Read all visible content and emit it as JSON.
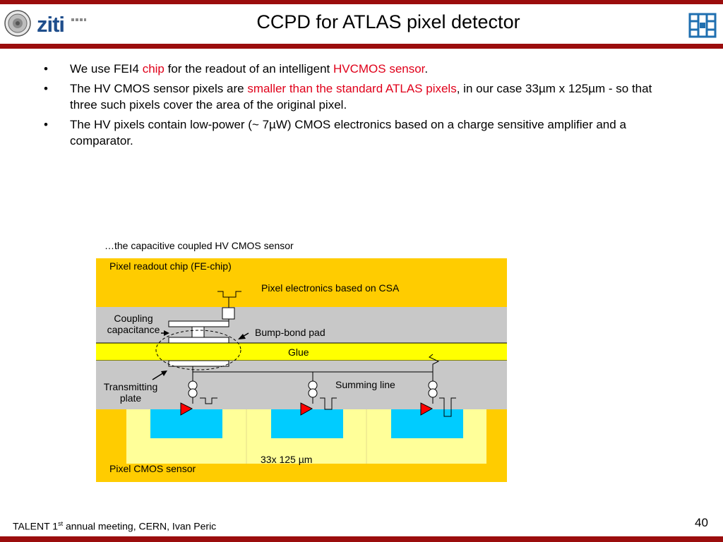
{
  "slide": {
    "title": "CCPD for ATLAS pixel detector",
    "logo_ziti": "ziti",
    "page_number": "40"
  },
  "bullets": [
    {
      "parts": [
        {
          "text": "We use FEI4 ",
          "highlight": false
        },
        {
          "text": "chip",
          "highlight": true
        },
        {
          "text": " for the readout of an intelligent ",
          "highlight": false
        },
        {
          "text": "HVCMOS sensor",
          "highlight": true
        },
        {
          "text": ".",
          "highlight": false
        }
      ]
    },
    {
      "parts": [
        {
          "text": "The HV CMOS sensor pixels are ",
          "highlight": false
        },
        {
          "text": "smaller than the standard ATLAS pixels",
          "highlight": true
        },
        {
          "text": ", in our case 33µm x 125µm - so that three such pixels cover the area of the original pixel.",
          "highlight": false
        }
      ]
    },
    {
      "parts": [
        {
          "text": "The HV pixels contain low-power (~ 7µW) CMOS electronics based on a charge sensitive amplifier and a comparator.",
          "highlight": false
        }
      ]
    }
  ],
  "diagram": {
    "caption": "…the capacitive coupled HV CMOS sensor",
    "labels": {
      "readout_chip": "Pixel readout chip (FE-chip)",
      "pixel_electronics": "Pixel electronics based on CSA",
      "coupling_line1": "Coupling",
      "coupling_line2": "capacitance",
      "bump_bond": "Bump-bond pad",
      "glue": "Glue",
      "transmitting_line1": "Transmitting",
      "transmitting_line2": "plate",
      "summing_line": "Summing line",
      "pixel_size": "33x 125 µm",
      "cmos_sensor": "Pixel CMOS sensor"
    },
    "colors": {
      "chip": "#ffcc00",
      "gray": "#c8c8c8",
      "glue": "#ffff00",
      "pixel_light": "#ffff99",
      "diode": "#00ccff",
      "amp": "#ff0000"
    }
  },
  "footer": {
    "prefix": "TALENT 1",
    "sup": "st",
    "suffix": " annual meeting, CERN, Ivan Peric"
  }
}
